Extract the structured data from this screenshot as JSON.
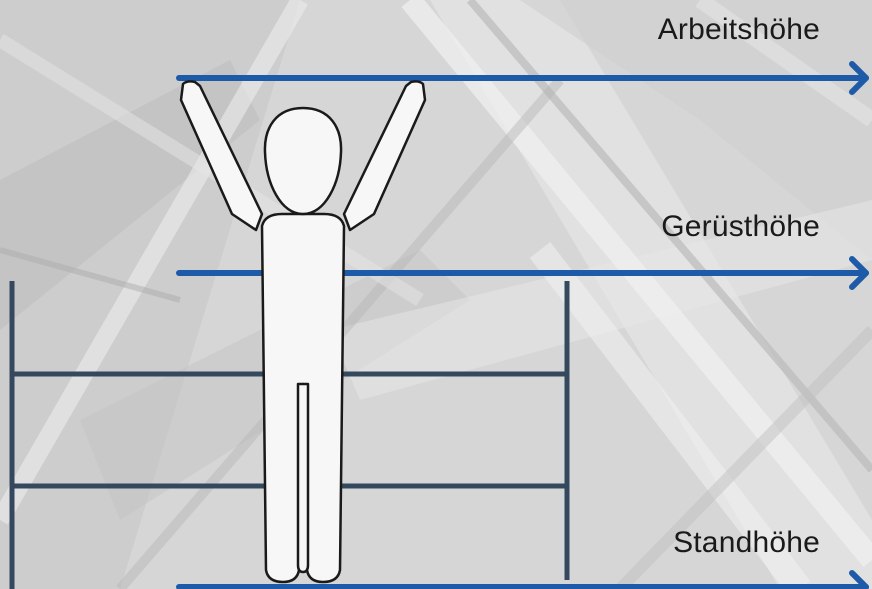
{
  "labels": {
    "working_height": "Arbeitshöhe",
    "scaffold_height": "Gerüsthöhe",
    "standing_height": "Standhöhe"
  },
  "colors": {
    "arrow": "#1d5aa8",
    "scaffold": "#34495e",
    "person_fill": "#f7f7f7",
    "person_outline": "#1a1a1a",
    "background": "#d9d9d9"
  },
  "icons": {
    "person": "person-arms-raised-icon",
    "arrow": "arrow-right-icon"
  }
}
